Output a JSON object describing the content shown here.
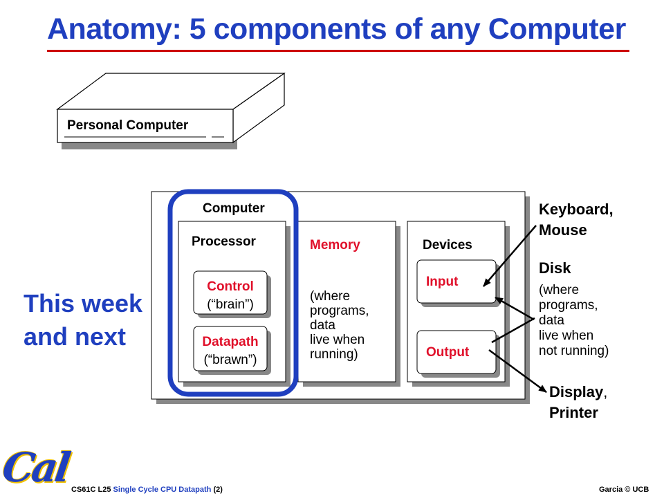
{
  "title": "Anatomy: 5 components of any Computer",
  "pc_label": "Personal Computer",
  "computer_label": "Computer",
  "processor_label": "Processor",
  "control": {
    "label": "Control",
    "sub": "(“brain”)"
  },
  "datapath": {
    "label": "Datapath",
    "sub": "(“brawn”)"
  },
  "memory": {
    "label": "Memory",
    "lines": [
      "(where",
      "programs,",
      "data",
      "live when",
      "running)"
    ]
  },
  "devices": {
    "label": "Devices",
    "input": "Input",
    "output": "Output"
  },
  "this_week": [
    "This week",
    "and next"
  ],
  "keyboard": [
    "Keyboard,",
    "Mouse"
  ],
  "disk": {
    "label": "Disk",
    "lines": [
      "(where",
      "programs,",
      "data",
      "live when",
      "not running)"
    ]
  },
  "display": [
    "Display",
    ",",
    "Printer"
  ],
  "footer": {
    "course": "CS61C L25",
    "topic": "Single Cycle CPU Datapath",
    "page": "(2)",
    "credit": "Garcia © UCB"
  },
  "logo_text": "Cal",
  "colors": {
    "title_blue": "#1f3fbf",
    "accent_red": "#e0102a",
    "underline_red": "#cc0000",
    "shadow": "#888888"
  }
}
